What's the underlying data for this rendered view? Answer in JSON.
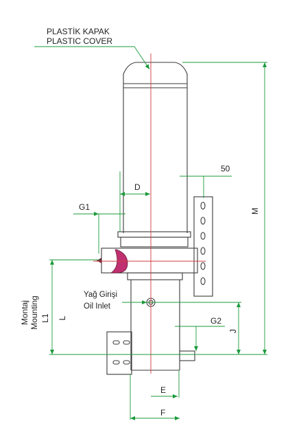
{
  "labels": {
    "cover_tr": "PLASTİK KAPAK",
    "cover_en": "PLASTIC COVER",
    "inlet_tr": "Yağ Girişi",
    "inlet_en": "Oil Inlet",
    "mount_tr": "Montaj",
    "mount_en": "Mounting"
  },
  "dimensions": {
    "d": "D",
    "g1": "G1",
    "g2": "G2",
    "fifty": "50",
    "m": "M",
    "l1": "L1",
    "l": "L",
    "j": "J",
    "e": "E",
    "f": "F"
  },
  "colors": {
    "dimension_line": "#1a9a3a",
    "center_line": "#d23a3a",
    "outline": "#3a3a3a",
    "seal": "#c03070"
  }
}
